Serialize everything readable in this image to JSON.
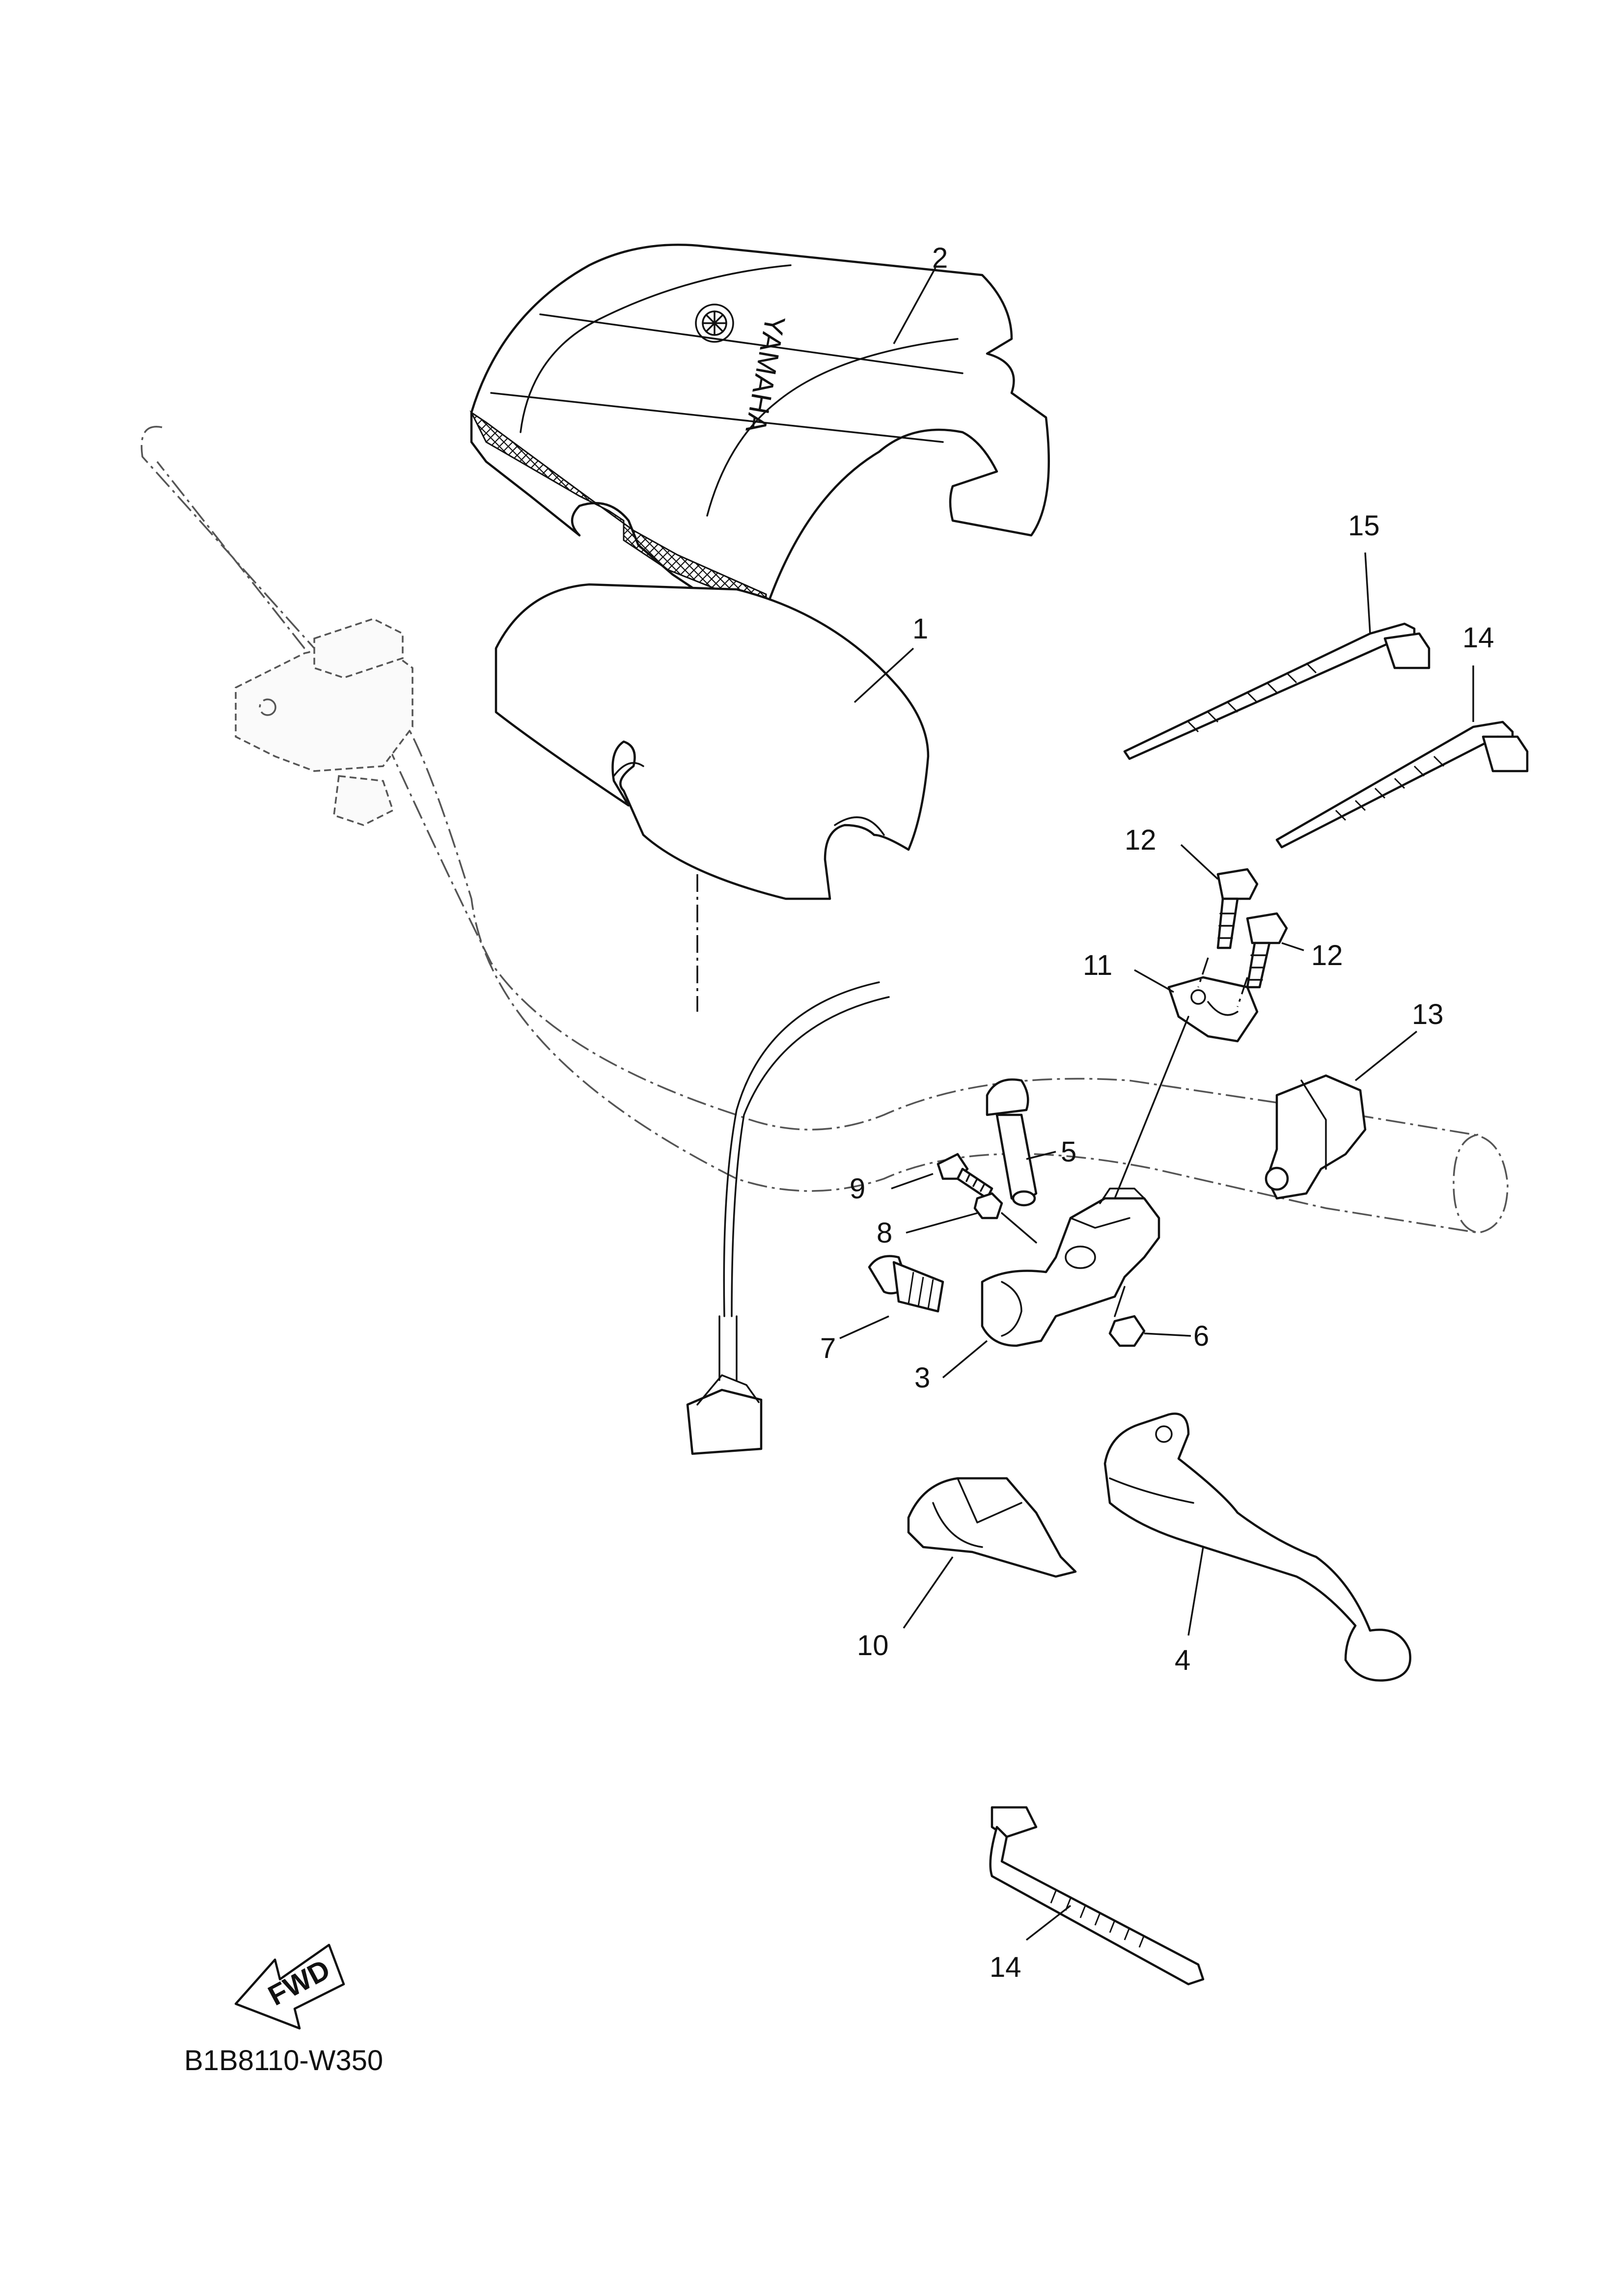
{
  "diagram": {
    "drawing_code": "B1B8110-W350",
    "direction_marker": "FWD",
    "brand_mark": "YAMAHA",
    "callouts": [
      {
        "id": "callout-1",
        "text": "1"
      },
      {
        "id": "callout-2",
        "text": "2"
      },
      {
        "id": "callout-3",
        "text": "3"
      },
      {
        "id": "callout-4",
        "text": "4"
      },
      {
        "id": "callout-5",
        "text": "5"
      },
      {
        "id": "callout-6",
        "text": "6"
      },
      {
        "id": "callout-7",
        "text": "7"
      },
      {
        "id": "callout-8",
        "text": "8"
      },
      {
        "id": "callout-9",
        "text": "9"
      },
      {
        "id": "callout-10",
        "text": "10"
      },
      {
        "id": "callout-11",
        "text": "11"
      },
      {
        "id": "callout-12a",
        "text": "12"
      },
      {
        "id": "callout-12b",
        "text": "12"
      },
      {
        "id": "callout-13",
        "text": "13"
      },
      {
        "id": "callout-14a",
        "text": "14"
      },
      {
        "id": "callout-14b",
        "text": "14"
      },
      {
        "id": "callout-15",
        "text": "15"
      }
    ]
  }
}
